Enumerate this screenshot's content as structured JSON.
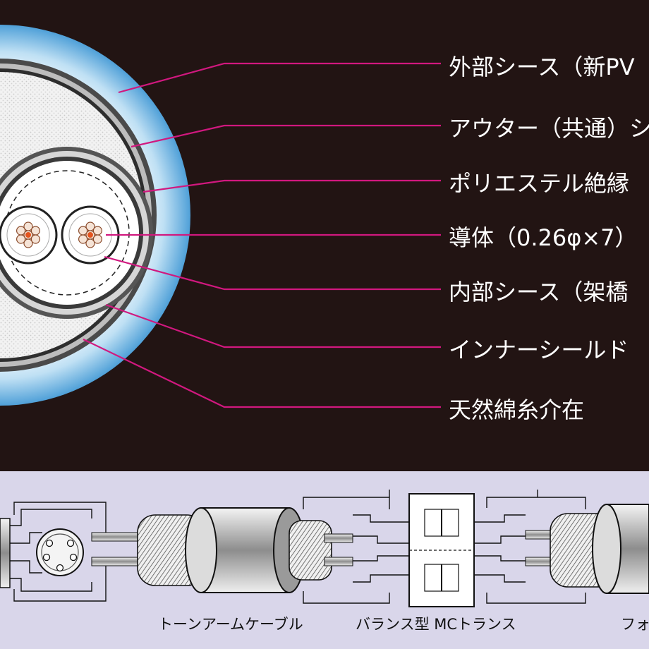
{
  "cross_section": {
    "labels": [
      {
        "text": "外部シース（新PV"
      },
      {
        "text": "アウター（共通）シー"
      },
      {
        "text": "ポリエステル絶縁"
      },
      {
        "text": "導体（0.26φ×7）"
      },
      {
        "text": "内部シース（架橋"
      },
      {
        "text": "インナーシールド"
      },
      {
        "text": "天然綿糸介在"
      }
    ]
  },
  "connection_diagram": {
    "captions": [
      {
        "text": "トーンアームケーブル"
      },
      {
        "text": "バランス型 MCトランス"
      },
      {
        "text": "フォ"
      }
    ]
  },
  "colors": {
    "background_top": "#221413",
    "background_bottom": "#d9d6ea",
    "leader_line": "#d1187f",
    "outer_sheath": "#5aa8dc"
  }
}
